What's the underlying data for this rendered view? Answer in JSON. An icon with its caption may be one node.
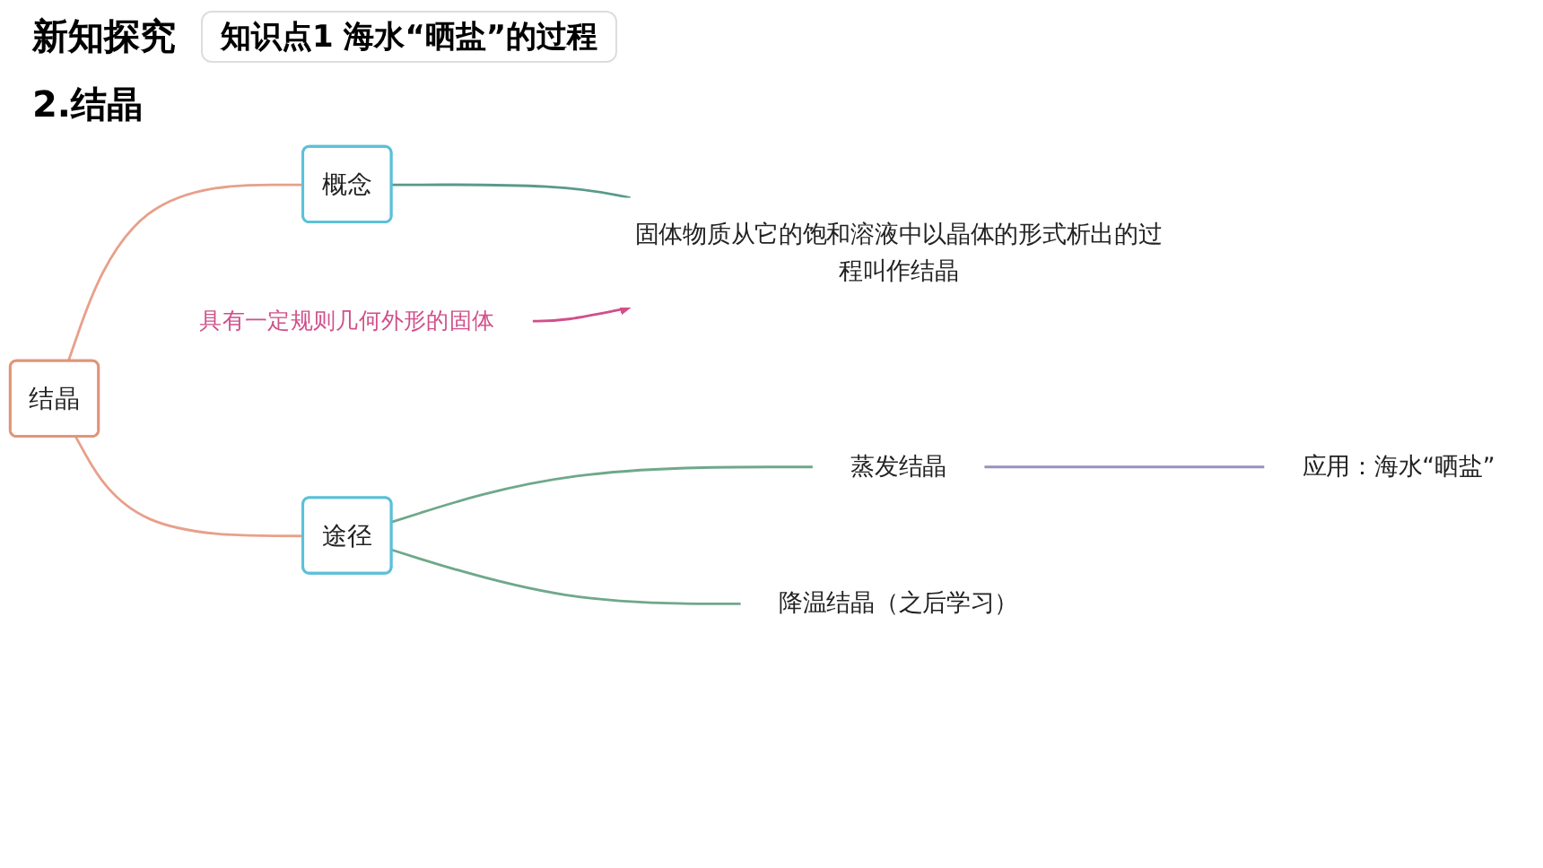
{
  "diagram": {
    "title": "2.结晶",
    "nodes": [
      {
        "text": [
          "结晶"
        ]
      },
      {
        "text": [
          "概念"
        ]
      },
      {
        "text": [
          "固体物质从它的饱和溶液中以晶体的形式析出的过程叫作结晶"
        ]
      },
      {
        "text": [
          "具有一定规则几何外形的固体"
        ]
      },
      {
        "text": [
          "途径"
        ]
      },
      {
        "text": [
          "蒸发结晶"
        ]
      },
      {
        "text": [
          "应用：海水“晒盐”"
        ]
      },
      {
        "text": [
          "降温结晶（之后学习）"
        ]
      }
    ],
    "edges": [
      {
        "from": 0,
        "to": 1,
        "arrow": "none",
        "color": "#e8a08a"
      },
      {
        "from": 0,
        "to": 4,
        "arrow": "none",
        "color": "#e8a08a"
      },
      {
        "from": 1,
        "to": 2,
        "arrow": "none",
        "color": "#5a9a8a"
      },
      {
        "from": 3,
        "to": 2,
        "arrow": "to",
        "color": "#d0508a"
      },
      {
        "from": 4,
        "to": 5,
        "arrow": "none",
        "color": "#6fa88a"
      },
      {
        "from": 5,
        "to": 6,
        "arrow": "none",
        "color": "#9a90c0"
      },
      {
        "from": 4,
        "to": 7,
        "arrow": "none",
        "color": "#6fa88a"
      }
    ],
    "labels": [
      "新知探究",
      "知识点1 海水“晒盐”的过程"
    ]
  }
}
